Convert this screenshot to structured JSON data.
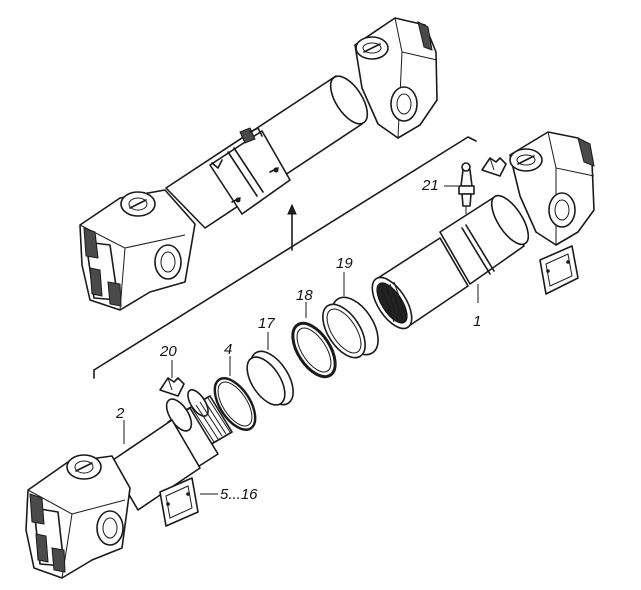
{
  "labels": {
    "p1": "1",
    "p2": "2",
    "p4": "4",
    "p17": "17",
    "p18": "18",
    "p19": "19",
    "p20": "20",
    "p21": "21",
    "p5_16": "5...16"
  }
}
